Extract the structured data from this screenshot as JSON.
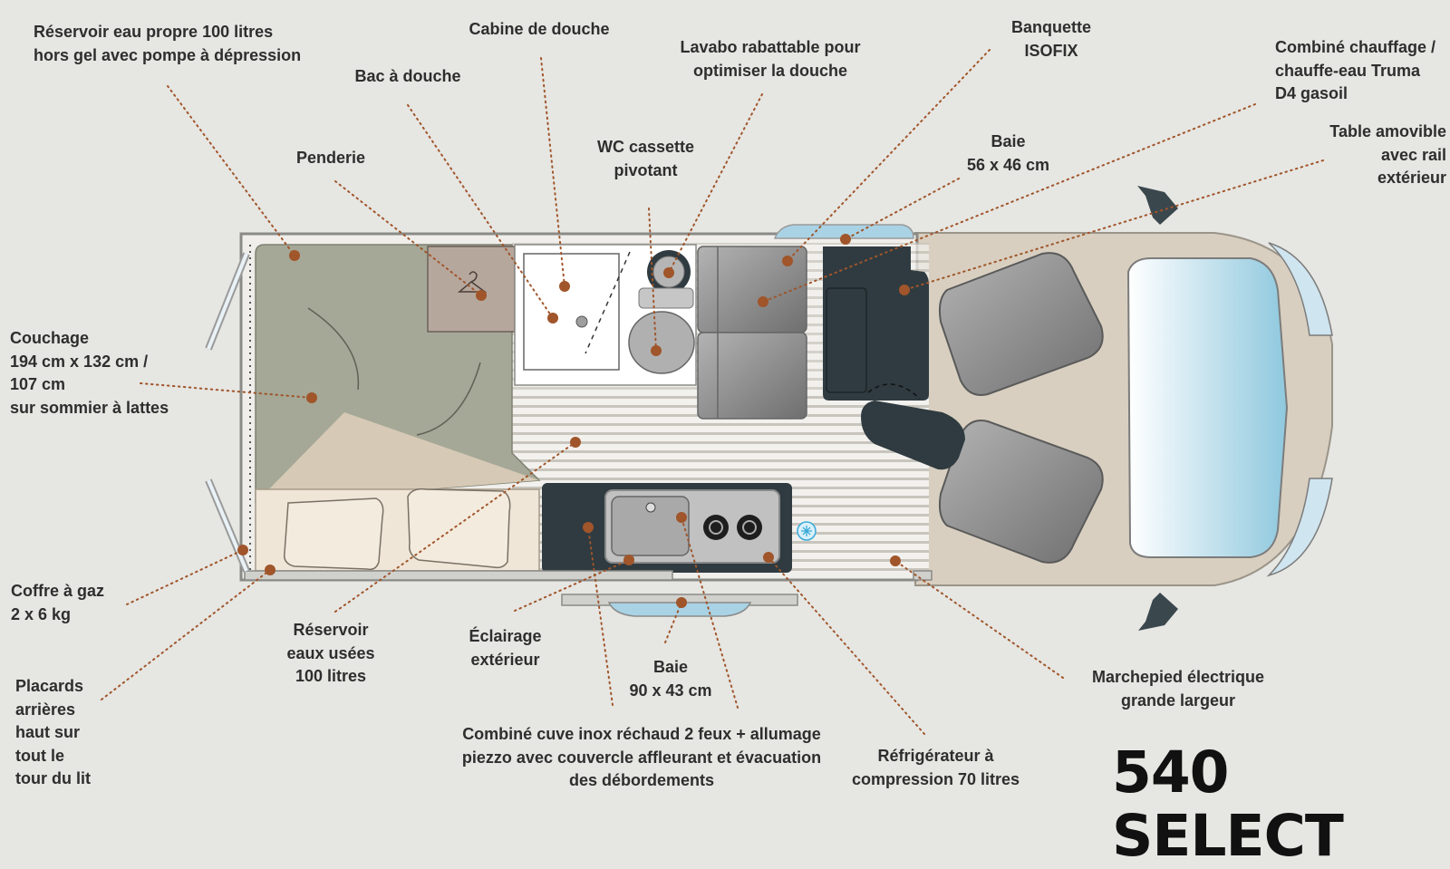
{
  "model": "540 SELECT",
  "labels": {
    "reservoir_eau_propre": "Réservoir eau propre 100 litres\nhors gel avec pompe à dépression",
    "cabine_douche": "Cabine de douche",
    "bac_douche": "Bac à douche",
    "penderie": "Penderie",
    "wc": "WC cassette\npivotant",
    "lavabo": "Lavabo rabattable pour\noptimiser la douche",
    "banquette": "Banquette\nISOFIX",
    "baie_haut": "Baie\n56 x 46 cm",
    "chauffage": "Combiné chauffage /\nchauffe-eau Truma\nD4 gasoil",
    "table": "Table amovible\navec rail\nextérieur",
    "couchage": "Couchage\n194 cm x 132 cm /\n107 cm\nsur sommier à lattes",
    "coffre_gaz": "Coffre à gaz\n2 x 6 kg",
    "placards": "Placards\narrières\nhaut sur\ntout le\ntour du lit",
    "reservoir_eaux_usees": "Réservoir\neaux usées\n100 litres",
    "eclairage": "Éclairage\nextérieur",
    "baie_bas": "Baie\n90 x 43 cm",
    "cuisine": "Combiné cuve inox réchaud 2 feux + allumage\npiezzo avec couvercle affleurant et évacuation\ndes débordements",
    "refrigerateur": "Réfrigérateur à\ncompression 70 litres",
    "marchepied": "Marchepied électrique\ngrande largeur"
  },
  "colors": {
    "background": "#e6e6e2",
    "callout_dot": "#a0552a",
    "bed": "#a5a896",
    "cabin": "#d8cfc0",
    "dark_furniture": "#2f3b40",
    "seat": "#8e8e8e",
    "window": "#a9d3e5",
    "floor": "#cfccc4"
  }
}
